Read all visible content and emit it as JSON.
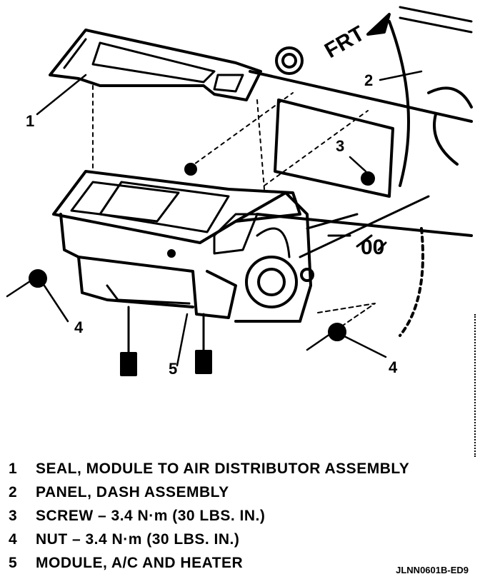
{
  "figure": {
    "frt_label": "FRT",
    "callouts": [
      "1",
      "2",
      "3",
      "4",
      "5",
      "4"
    ]
  },
  "legend": [
    {
      "num": "1",
      "text": "SEAL, MODULE TO AIR DISTRIBUTOR ASSEMBLY"
    },
    {
      "num": "2",
      "text": "PANEL, DASH ASSEMBLY"
    },
    {
      "num": "3",
      "text": "SCREW – 3.4 N·m (30 LBS. IN.)"
    },
    {
      "num": "4",
      "text": "NUT – 3.4 N·m (30 LBS. IN.)"
    },
    {
      "num": "5",
      "text": "MODULE, A/C AND HEATER"
    }
  ],
  "figure_code": "JLNN0601B-ED9"
}
